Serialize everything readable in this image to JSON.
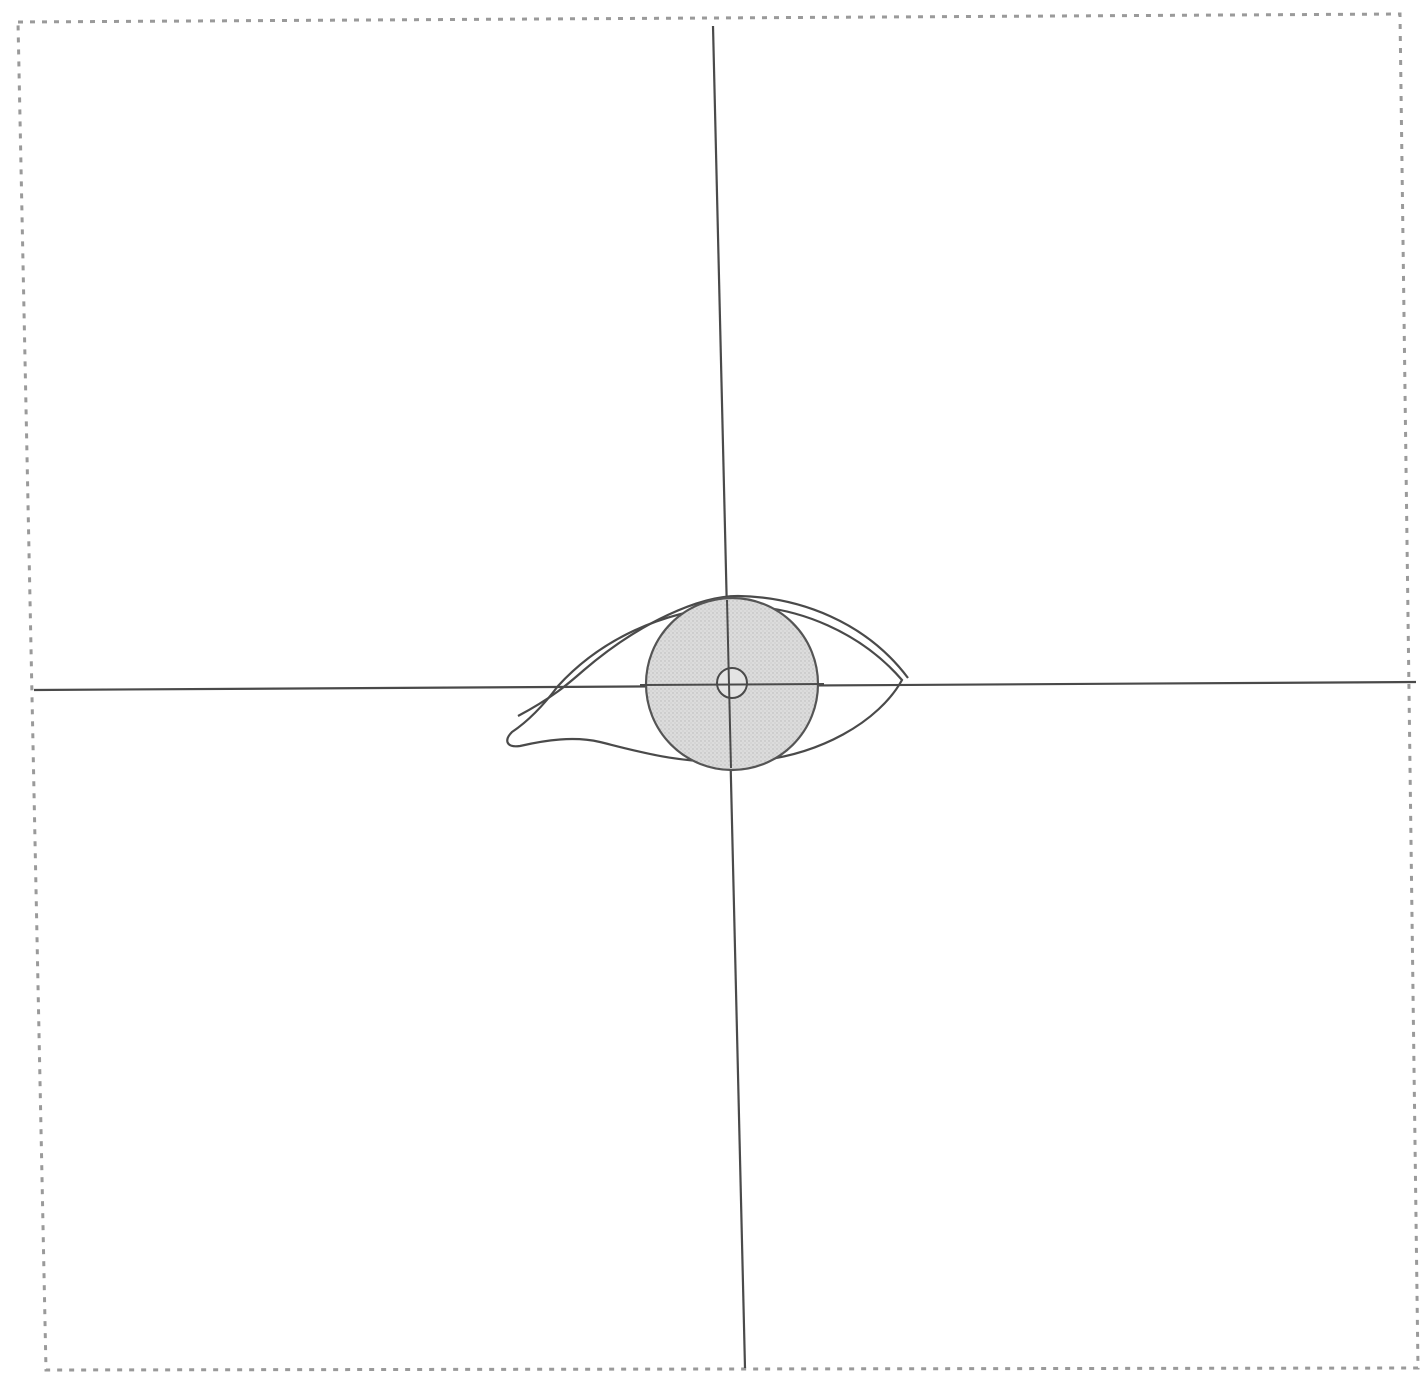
{
  "diagram": {
    "subject": "eye-centered-on-crosshair",
    "colors": {
      "background": "#ffffff",
      "line": "#4a4a4a",
      "frame_dash": "#9a9a9a",
      "iris_fill": "#d9d9d9",
      "iris_stroke": "#555555"
    },
    "elements": [
      "dashed-frame",
      "vertical-guide-line",
      "horizontal-guide-line",
      "upper-eyelid-crease",
      "eye-outline",
      "iris",
      "pupil"
    ]
  }
}
